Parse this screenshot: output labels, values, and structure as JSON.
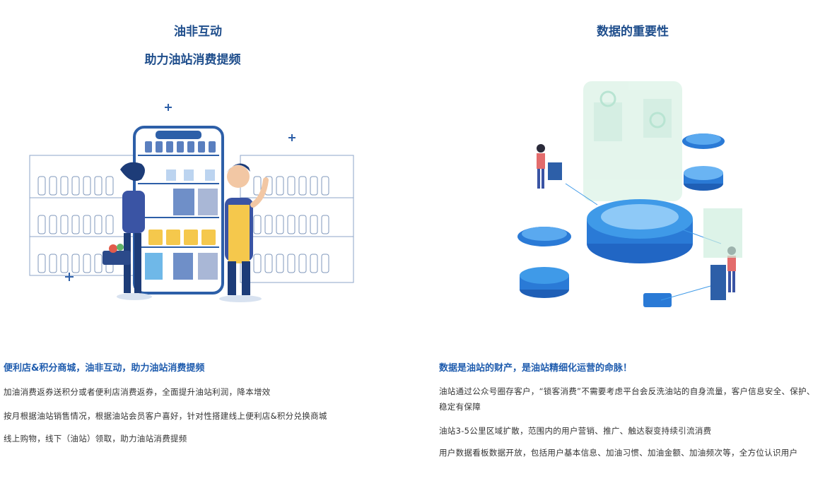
{
  "left": {
    "title_line1": "油非互动",
    "title_line2": "助力油站消费提频",
    "illustration_icon": "convenience-store-illustration",
    "heading": "便利店&积分商城，油非互动，助力油站消费提频",
    "paragraphs": [
      "加油消费返券送积分或者便利店消费返券，全面提升油站利润，降本增效",
      "按月根据油站销售情况，根据油站会员客户喜好，针对性搭建线上便利店&积分兑换商城",
      "线上购物，线下（油站）领取，助力油站消费提频"
    ]
  },
  "right": {
    "title": "数据的重要性",
    "illustration_icon": "data-platform-illustration",
    "heading": "数据是油站的财产，是油站精细化运营的命脉！",
    "paragraphs": [
      "油站通过公众号圈存客户，“锁客消费”不需要考虑平台会反洗油站的自身流量，客户信息安全、保护、稳定有保障",
      "油站3-5公里区域扩散，范围内的用户营销、推广、触达裂变持续引流消费",
      "用户数据看板数据开放，包括用户基本信息、加油习惯、加油金额、加油频次等，全方位认识用户"
    ]
  },
  "colors": {
    "title_blue": "#1f4e8c",
    "heading_blue": "#1f5cae",
    "body_text": "#333333",
    "accent_yellow": "#f5c84c"
  }
}
